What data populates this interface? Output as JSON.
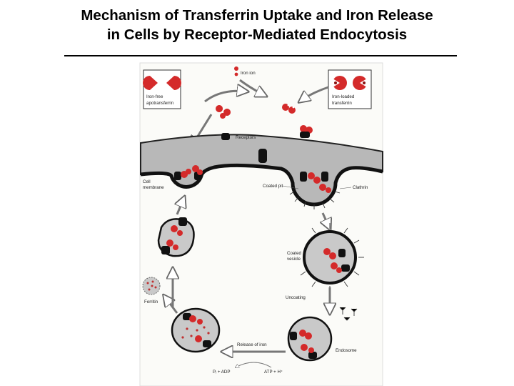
{
  "title": {
    "line1": "Mechanism of Transferrin Uptake and Iron Release",
    "line2": "in Cells by Receptor-Mediated Endocytosis"
  },
  "figure": {
    "labels": {
      "iron_ion": "Iron ion",
      "iron_free": "Iron-free",
      "apotransferrin": "apotransferrin",
      "iron_loaded": "Iron-loaded",
      "transferrin": "transferrin",
      "receptors": "Receptors",
      "cell": "Cell",
      "membrane": "membrane",
      "coated_pit": "Coated pit",
      "clathrin": "Clathrin",
      "coated": "Coated",
      "vesicle": "vesicle",
      "uncoating": "Uncoating",
      "ferritin": "Ferritin",
      "endosome": "Endosome",
      "release_of_iron": "Release of iron",
      "pi_adp": "Pᵢ + ADP",
      "atp_h": "ATP + H⁺"
    }
  },
  "colors": {
    "protein_red": "#d42a2a",
    "receptor_black": "#111111",
    "cytoplasm_gray": "#b8b8b8",
    "lumen_gray": "#c9c9c9"
  }
}
